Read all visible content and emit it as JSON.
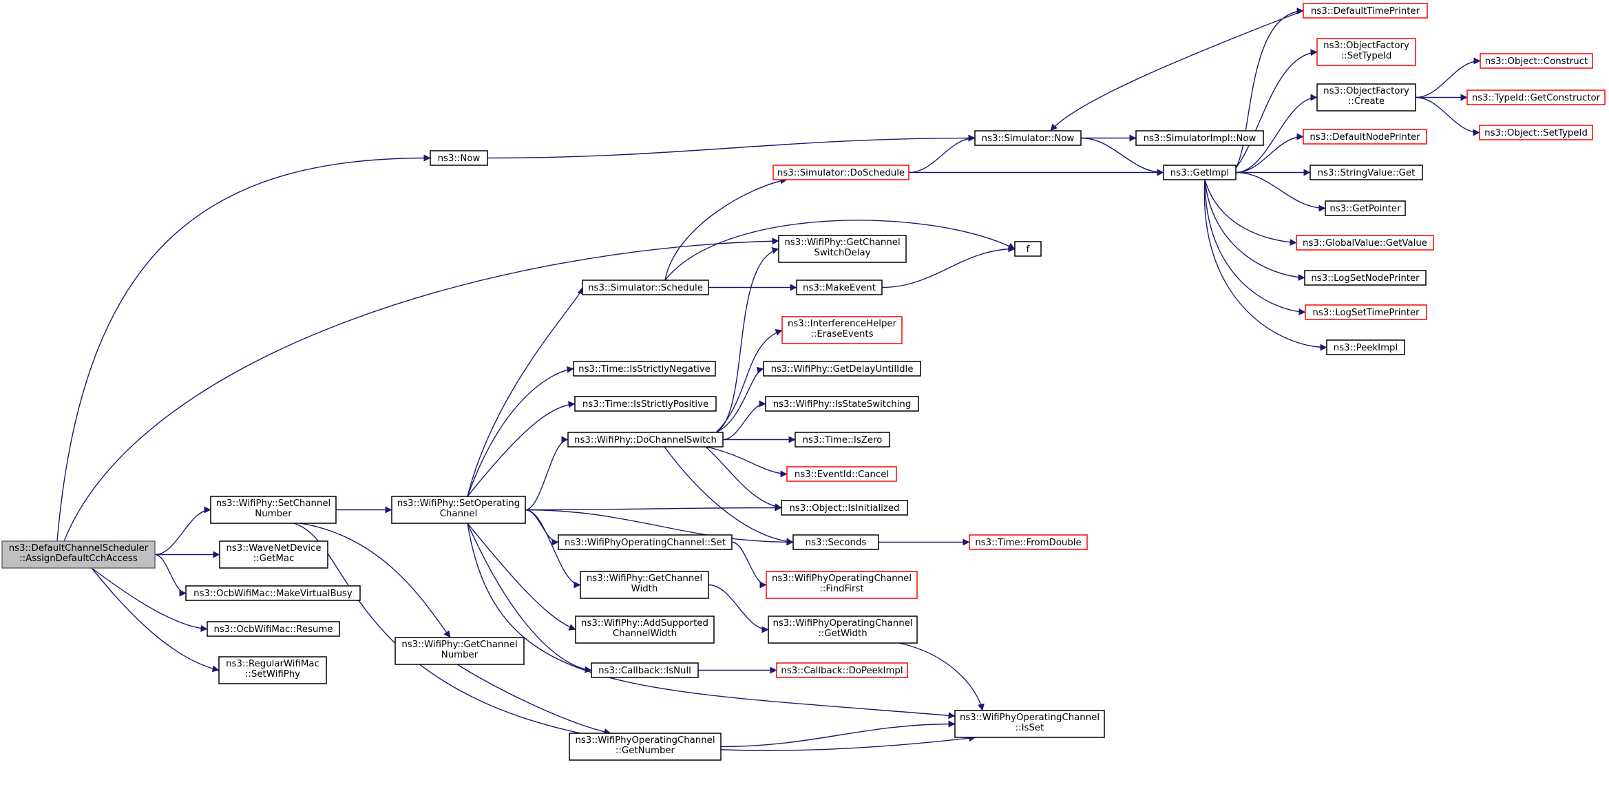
{
  "diagram": {
    "title": "",
    "nodes": [
      {
        "id": "root",
        "lines": [
          "ns3::DefaultChannelScheduler",
          "::AssignDefaultCchAccess"
        ],
        "style": "root"
      },
      {
        "id": "now",
        "lines": [
          "ns3::Now"
        ],
        "style": "normal"
      },
      {
        "id": "setChannelNumber",
        "lines": [
          "ns3::WifiPhy::SetChannel",
          "Number"
        ],
        "style": "normal"
      },
      {
        "id": "getMac",
        "lines": [
          "ns3::WaveNetDevice",
          "::GetMac"
        ],
        "style": "normal"
      },
      {
        "id": "makeVirtualBusy",
        "lines": [
          "ns3::OcbWifiMac::MakeVirtualBusy"
        ],
        "style": "normal"
      },
      {
        "id": "resume",
        "lines": [
          "ns3::OcbWifiMac::Resume"
        ],
        "style": "normal"
      },
      {
        "id": "setWifiPhy",
        "lines": [
          "ns3::RegularWifiMac",
          "::SetWifiPhy"
        ],
        "style": "normal"
      },
      {
        "id": "setOperatingChannel",
        "lines": [
          "ns3::WifiPhy::SetOperating",
          "Channel"
        ],
        "style": "normal"
      },
      {
        "id": "getChannelNumber",
        "lines": [
          "ns3::WifiPhy::GetChannel",
          "Number"
        ],
        "style": "normal"
      },
      {
        "id": "simSchedule",
        "lines": [
          "ns3::Simulator::Schedule"
        ],
        "style": "normal"
      },
      {
        "id": "isStrictlyNegative",
        "lines": [
          "ns3::Time::IsStrictlyNegative"
        ],
        "style": "normal"
      },
      {
        "id": "isStrictlyPositive",
        "lines": [
          "ns3::Time::IsStrictlyPositive"
        ],
        "style": "normal"
      },
      {
        "id": "doChannelSwitch",
        "lines": [
          "ns3::WifiPhy::DoChannelSwitch"
        ],
        "style": "normal"
      },
      {
        "id": "wocSet",
        "lines": [
          "ns3::WifiPhyOperatingChannel::Set"
        ],
        "style": "normal"
      },
      {
        "id": "getChannelWidth",
        "lines": [
          "ns3::WifiPhy::GetChannel",
          "Width"
        ],
        "style": "normal"
      },
      {
        "id": "addSupportedWidth",
        "lines": [
          "ns3::WifiPhy::AddSupported",
          "ChannelWidth"
        ],
        "style": "normal"
      },
      {
        "id": "callbackIsNull",
        "lines": [
          "ns3::Callback::IsNull"
        ],
        "style": "normal"
      },
      {
        "id": "wocGetNumber",
        "lines": [
          "ns3::WifiPhyOperatingChannel",
          "::GetNumber"
        ],
        "style": "normal"
      },
      {
        "id": "simDoSchedule",
        "lines": [
          "ns3::Simulator::DoSchedule"
        ],
        "style": "red"
      },
      {
        "id": "getSwitchDelay",
        "lines": [
          "ns3::WifiPhy::GetChannel",
          "SwitchDelay"
        ],
        "style": "normal"
      },
      {
        "id": "makeEvent",
        "lines": [
          "ns3::MakeEvent"
        ],
        "style": "normal"
      },
      {
        "id": "eraseEvents",
        "lines": [
          "ns3::InterferenceHelper",
          "::EraseEvents"
        ],
        "style": "red"
      },
      {
        "id": "getDelayUntilIdle",
        "lines": [
          "ns3::WifiPhy::GetDelayUntilIdle"
        ],
        "style": "normal"
      },
      {
        "id": "isStateSwitching",
        "lines": [
          "ns3::WifiPhy::IsStateSwitching"
        ],
        "style": "normal"
      },
      {
        "id": "isZero",
        "lines": [
          "ns3::Time::IsZero"
        ],
        "style": "normal"
      },
      {
        "id": "eventCancel",
        "lines": [
          "ns3::EventId::Cancel"
        ],
        "style": "red"
      },
      {
        "id": "isInitialized",
        "lines": [
          "ns3::Object::IsInitialized"
        ],
        "style": "normal"
      },
      {
        "id": "seconds",
        "lines": [
          "ns3::Seconds"
        ],
        "style": "normal"
      },
      {
        "id": "findFirst",
        "lines": [
          "ns3::WifiPhyOperatingChannel",
          "::FindFirst"
        ],
        "style": "red"
      },
      {
        "id": "wocGetWidth",
        "lines": [
          "ns3::WifiPhyOperatingChannel",
          "::GetWidth"
        ],
        "style": "normal"
      },
      {
        "id": "doPeekImpl",
        "lines": [
          "ns3::Callback::DoPeekImpl"
        ],
        "style": "red"
      },
      {
        "id": "wocIsSet",
        "lines": [
          "ns3::WifiPhyOperatingChannel",
          "::IsSet"
        ],
        "style": "normal"
      },
      {
        "id": "f",
        "lines": [
          "f"
        ],
        "style": "normal"
      },
      {
        "id": "simNow",
        "lines": [
          "ns3::Simulator::Now"
        ],
        "style": "normal"
      },
      {
        "id": "fromDouble",
        "lines": [
          "ns3::Time::FromDouble"
        ],
        "style": "red"
      },
      {
        "id": "simImplNow",
        "lines": [
          "ns3::SimulatorImpl::Now"
        ],
        "style": "normal"
      },
      {
        "id": "getImpl",
        "lines": [
          "ns3::GetImpl"
        ],
        "style": "normal"
      },
      {
        "id": "defaultTimePrinter",
        "lines": [
          "ns3::DefaultTimePrinter"
        ],
        "style": "red"
      },
      {
        "id": "ofSetTypeId",
        "lines": [
          "ns3::ObjectFactory",
          "::SetTypeId"
        ],
        "style": "red"
      },
      {
        "id": "ofCreate",
        "lines": [
          "ns3::ObjectFactory",
          "::Create"
        ],
        "style": "normal"
      },
      {
        "id": "defaultNodePrinter",
        "lines": [
          "ns3::DefaultNodePrinter"
        ],
        "style": "red"
      },
      {
        "id": "stringValueGet",
        "lines": [
          "ns3::StringValue::Get"
        ],
        "style": "normal"
      },
      {
        "id": "getPointer",
        "lines": [
          "ns3::GetPointer"
        ],
        "style": "normal"
      },
      {
        "id": "globalValueGet",
        "lines": [
          "ns3::GlobalValue::GetValue"
        ],
        "style": "red"
      },
      {
        "id": "logSetNodePrinter",
        "lines": [
          "ns3::LogSetNodePrinter"
        ],
        "style": "normal"
      },
      {
        "id": "logSetTimePrinter",
        "lines": [
          "ns3::LogSetTimePrinter"
        ],
        "style": "red"
      },
      {
        "id": "peekImpl",
        "lines": [
          "ns3::PeekImpl"
        ],
        "style": "normal"
      },
      {
        "id": "objectConstruct",
        "lines": [
          "ns3::Object::Construct"
        ],
        "style": "red"
      },
      {
        "id": "typeIdGetConstructor",
        "lines": [
          "ns3::TypeId::GetConstructor"
        ],
        "style": "red"
      },
      {
        "id": "objectSetTypeId",
        "lines": [
          "ns3::Object::SetTypeId"
        ],
        "style": "red"
      }
    ],
    "edges": [
      [
        "root",
        "now"
      ],
      [
        "root",
        "getSwitchDelay"
      ],
      [
        "root",
        "setChannelNumber"
      ],
      [
        "root",
        "getMac"
      ],
      [
        "root",
        "makeVirtualBusy"
      ],
      [
        "root",
        "resume"
      ],
      [
        "root",
        "setWifiPhy"
      ],
      [
        "now",
        "simNow"
      ],
      [
        "setChannelNumber",
        "setOperatingChannel"
      ],
      [
        "setChannelNumber",
        "getChannelNumber"
      ],
      [
        "setChannelNumber",
        "wocIsSet"
      ],
      [
        "setOperatingChannel",
        "simSchedule"
      ],
      [
        "setOperatingChannel",
        "isStrictlyNegative"
      ],
      [
        "setOperatingChannel",
        "isStrictlyPositive"
      ],
      [
        "setOperatingChannel",
        "doChannelSwitch"
      ],
      [
        "setOperatingChannel",
        "isInitialized"
      ],
      [
        "setOperatingChannel",
        "seconds"
      ],
      [
        "setOperatingChannel",
        "wocSet"
      ],
      [
        "setOperatingChannel",
        "getChannelWidth"
      ],
      [
        "setOperatingChannel",
        "addSupportedWidth"
      ],
      [
        "setOperatingChannel",
        "callbackIsNull"
      ],
      [
        "setOperatingChannel",
        "wocIsSet"
      ],
      [
        "getChannelNumber",
        "wocGetNumber"
      ],
      [
        "simSchedule",
        "simDoSchedule"
      ],
      [
        "simSchedule",
        "makeEvent"
      ],
      [
        "simSchedule",
        "f"
      ],
      [
        "doChannelSwitch",
        "getSwitchDelay"
      ],
      [
        "doChannelSwitch",
        "eraseEvents"
      ],
      [
        "doChannelSwitch",
        "getDelayUntilIdle"
      ],
      [
        "doChannelSwitch",
        "isStateSwitching"
      ],
      [
        "doChannelSwitch",
        "isZero"
      ],
      [
        "doChannelSwitch",
        "eventCancel"
      ],
      [
        "doChannelSwitch",
        "isInitialized"
      ],
      [
        "doChannelSwitch",
        "seconds"
      ],
      [
        "wocSet",
        "findFirst"
      ],
      [
        "getChannelWidth",
        "wocGetWidth"
      ],
      [
        "callbackIsNull",
        "doPeekImpl"
      ],
      [
        "wocGetNumber",
        "wocIsSet"
      ],
      [
        "wocGetWidth",
        "wocIsSet"
      ],
      [
        "simDoSchedule",
        "simNow"
      ],
      [
        "simDoSchedule",
        "getImpl"
      ],
      [
        "makeEvent",
        "f"
      ],
      [
        "seconds",
        "fromDouble"
      ],
      [
        "simNow",
        "simImplNow"
      ],
      [
        "simNow",
        "getImpl"
      ],
      [
        "defaultTimePrinter",
        "simNow"
      ],
      [
        "getImpl",
        "defaultTimePrinter"
      ],
      [
        "getImpl",
        "ofSetTypeId"
      ],
      [
        "getImpl",
        "ofCreate"
      ],
      [
        "getImpl",
        "defaultNodePrinter"
      ],
      [
        "getImpl",
        "stringValueGet"
      ],
      [
        "getImpl",
        "getPointer"
      ],
      [
        "getImpl",
        "globalValueGet"
      ],
      [
        "getImpl",
        "logSetNodePrinter"
      ],
      [
        "getImpl",
        "logSetTimePrinter"
      ],
      [
        "getImpl",
        "peekImpl"
      ],
      [
        "ofCreate",
        "objectConstruct"
      ],
      [
        "ofCreate",
        "typeIdGetConstructor"
      ],
      [
        "ofCreate",
        "objectSetTypeId"
      ]
    ]
  }
}
